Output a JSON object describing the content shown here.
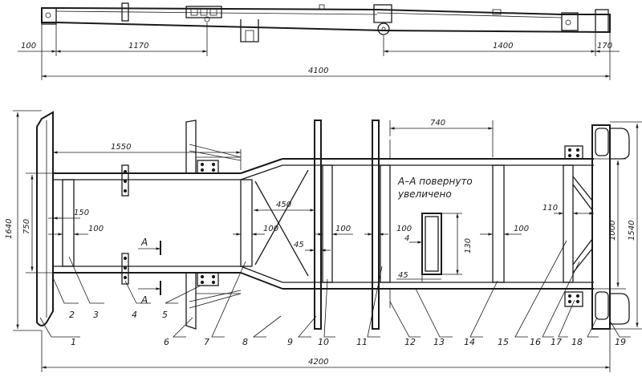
{
  "side_view": {
    "dimensions": {
      "d_100": "100",
      "d_1170": "1170",
      "d_1400": "1400",
      "d_170": "170",
      "d_4100": "4100"
    }
  },
  "plan_view": {
    "dimensions": {
      "d_1640": "1640",
      "d_750": "750",
      "d_150": "150",
      "d_100_a": "100",
      "d_1550": "1550",
      "d_450": "450",
      "d_100_b": "100",
      "d_45_a": "45",
      "d_100_c": "100",
      "d_740": "740",
      "d_100_d": "100",
      "d_4": "4",
      "d_130": "130",
      "d_45_b": "45",
      "d_100_e": "100",
      "d_110": "110",
      "d_1000": "1000",
      "d_1540": "1540",
      "d_4200": "4200"
    },
    "section_note": {
      "line1": "А–А повернуто",
      "line2": "увеличено"
    },
    "section_marks": [
      "А",
      "А"
    ],
    "callouts": [
      "1",
      "2",
      "3",
      "4",
      "5",
      "6",
      "7",
      "8",
      "9",
      "10",
      "11",
      "12",
      "13",
      "14",
      "15",
      "16",
      "17",
      "18",
      "19"
    ]
  }
}
